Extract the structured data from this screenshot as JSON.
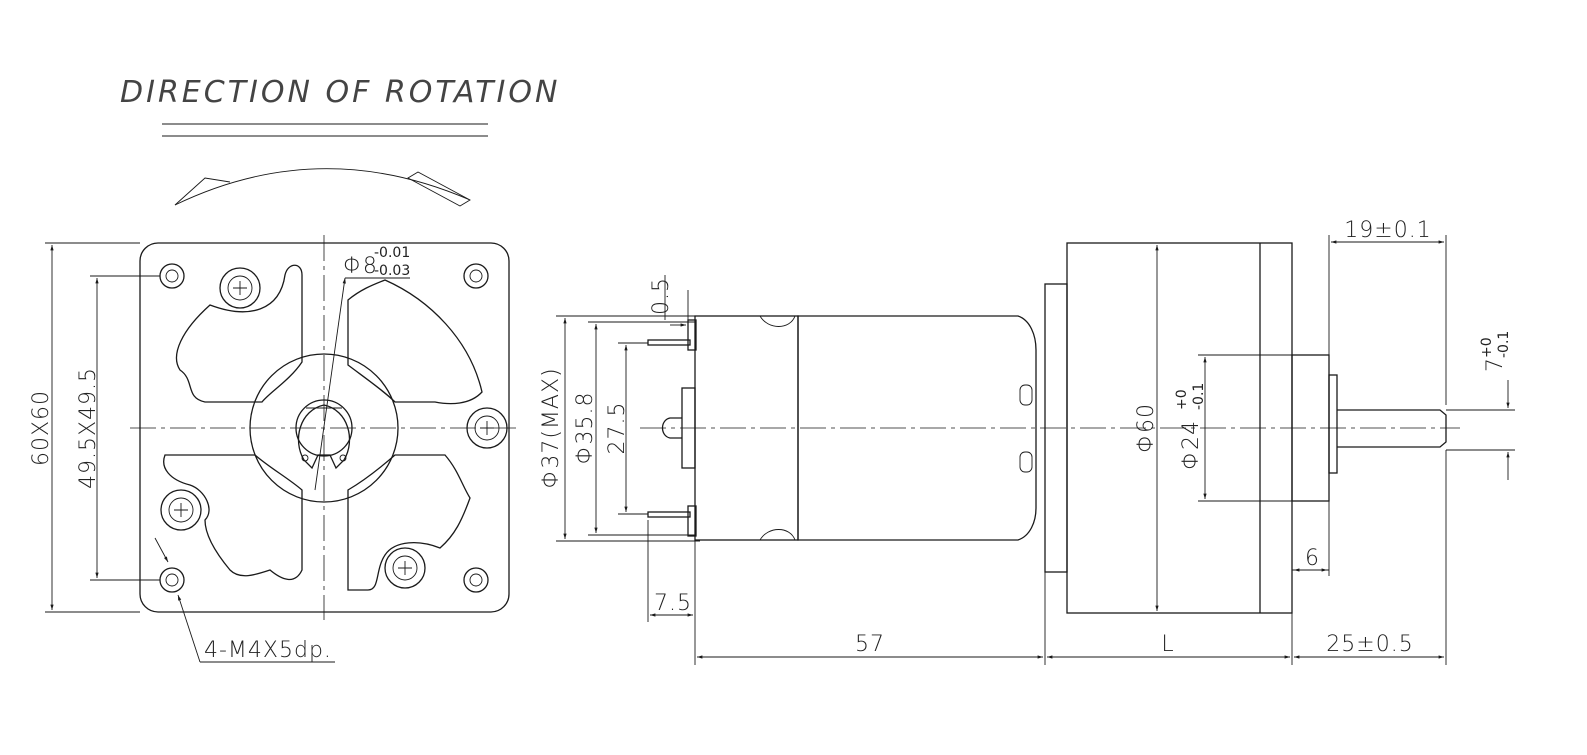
{
  "title": "DIRECTION OF ROTATION",
  "front_view": {
    "outer_size": "60X60",
    "hole_pitch": "49.5X49.5",
    "shaft_dia_main": "Φ8",
    "shaft_tol_upper": "-0.01",
    "shaft_tol_lower": "-0.03",
    "holes_note": "4-M4X5dp."
  },
  "side_view": {
    "terminal_offset": "0.5",
    "motor_dia_max": "Φ37(MAX)",
    "motor_dia": "Φ35.8",
    "terminal_pitch": "27.5",
    "terminal_width": "7.5",
    "motor_length": "57",
    "gearbox_dia": "Φ60",
    "boss_dia_main": "Φ24",
    "boss_tol_upper": "+0",
    "boss_tol_lower": "-0.1",
    "gearbox_length": "L",
    "boss_length": "19±0.1",
    "shaft_length": "25±0.5",
    "boss_step": "6",
    "flat_main": "7",
    "flat_tol_upper": "+0",
    "flat_tol_lower": "-0.1"
  }
}
